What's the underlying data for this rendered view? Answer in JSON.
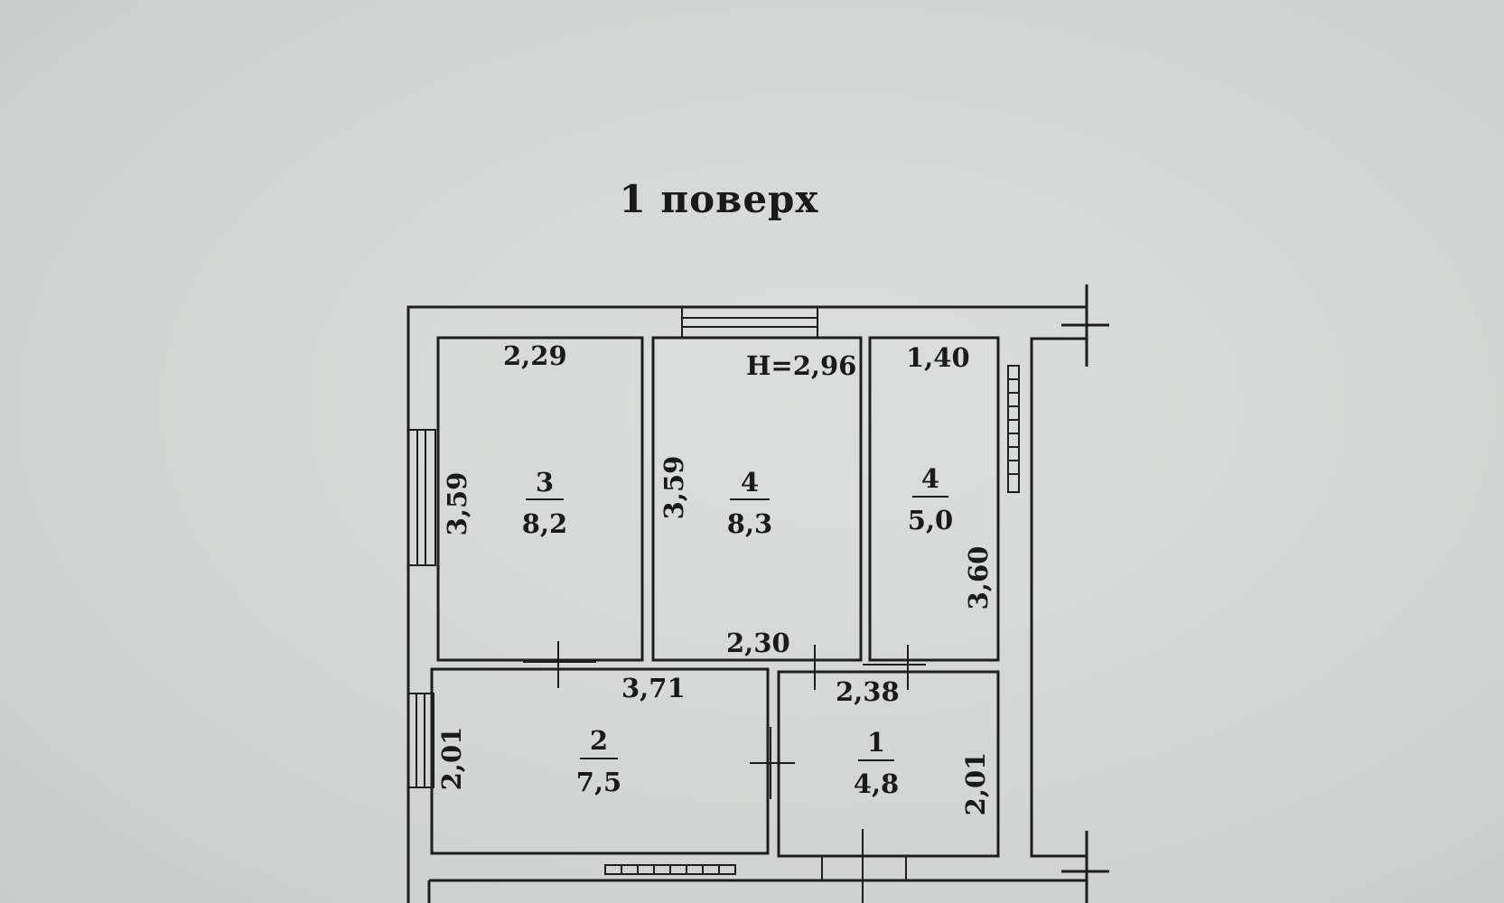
{
  "title": "1 поверх",
  "height_label": "H=2,96",
  "rooms": [
    {
      "number": "3",
      "area": "8,2"
    },
    {
      "number": "4",
      "area": "8,3"
    },
    {
      "number": "4",
      "area": "5,0"
    },
    {
      "number": "2",
      "area": "7,5"
    },
    {
      "number": "1",
      "area": "4,8"
    }
  ],
  "dimensions": {
    "room3_width": "2,29",
    "room3_depth": "3,59",
    "room4_depth": "3,59",
    "room4_width": "2,30",
    "room4b_width": "1,40",
    "room4b_depth": "3,60",
    "room2_width": "3,71",
    "room2_depth": "2,01",
    "room1_width": "2,38",
    "room1_depth": "2,01"
  }
}
